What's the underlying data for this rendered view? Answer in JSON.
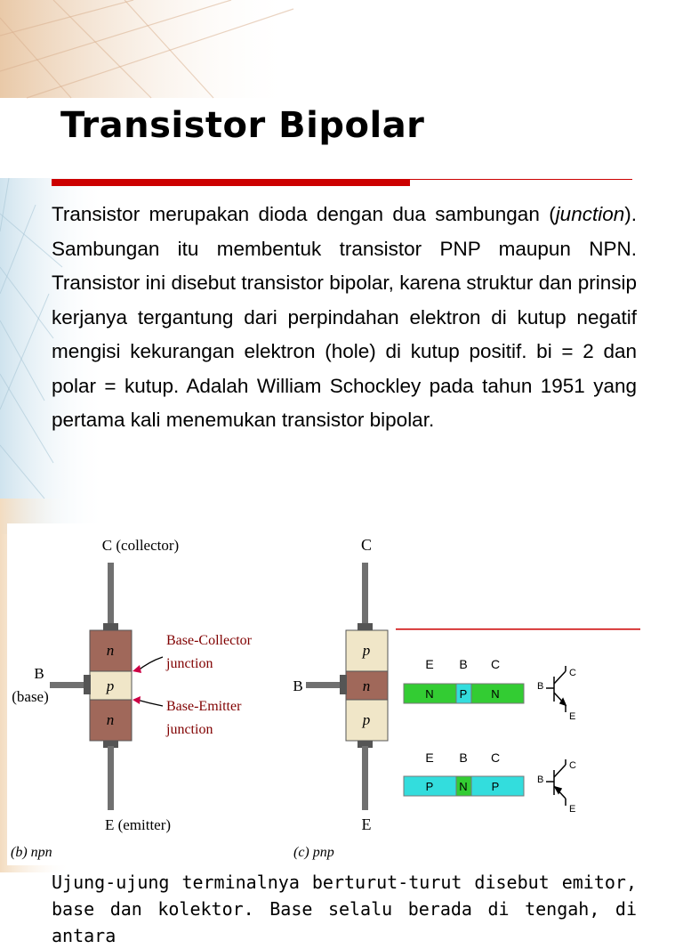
{
  "title": "Transistor Bipolar",
  "paragraph": {
    "before": "Transistor merupakan dioda dengan dua sambungan (",
    "italic": "junction",
    "after": "). Sambungan itu  membentuk transistor PNP maupun NPN. Transistor ini disebut transistor bipolar, karena struktur dan prinsip kerjanya tergantung dari perpindahan elektron di kutup negatif mengisi kekurangan elektron (hole) di kutup positif. bi = 2 dan polar = kutup. Adalah William Schockley pada tahun 1951 yang pertama kali menemukan transistor bipolar."
  },
  "npn": {
    "collector": "C (collector)",
    "emitter": "E (emitter)",
    "base_letter": "B",
    "base_word": "(base)",
    "layers": [
      "n",
      "p",
      "n"
    ],
    "bc_label_1": "Base-Collector",
    "bc_label_2": "junction",
    "be_label_1": "Base-Emitter",
    "be_label_2": "junction",
    "caption": "(b) npn"
  },
  "pnp": {
    "collector": "C",
    "emitter": "E",
    "base_letter": "B",
    "layers": [
      "p",
      "n",
      "p"
    ],
    "caption": "(c) pnp"
  },
  "schematic_npn": {
    "header": [
      "E",
      "B",
      "C"
    ],
    "segments": [
      "N",
      "P",
      "N"
    ],
    "symbol_b": "B",
    "symbol_c": "C",
    "symbol_e": "E",
    "colors": [
      "#33cc33",
      "#33dddd",
      "#33cc33"
    ]
  },
  "schematic_pnp": {
    "header": [
      "E",
      "B",
      "C"
    ],
    "segments": [
      "P",
      "N",
      "P"
    ],
    "symbol_b": "B",
    "symbol_c": "C",
    "symbol_e": "E",
    "colors": [
      "#33dddd",
      "#33cc33",
      "#33dddd"
    ]
  },
  "bottom_text": "Ujung-ujung terminalnya berturut-turut disebut emitor, base dan kolektor. Base  selalu berada di tengah, di antara",
  "colors": {
    "accent": "#cc0000",
    "n_layer": "#a0685a",
    "p_layer": "#f0e6c8",
    "lead": "#707070"
  }
}
